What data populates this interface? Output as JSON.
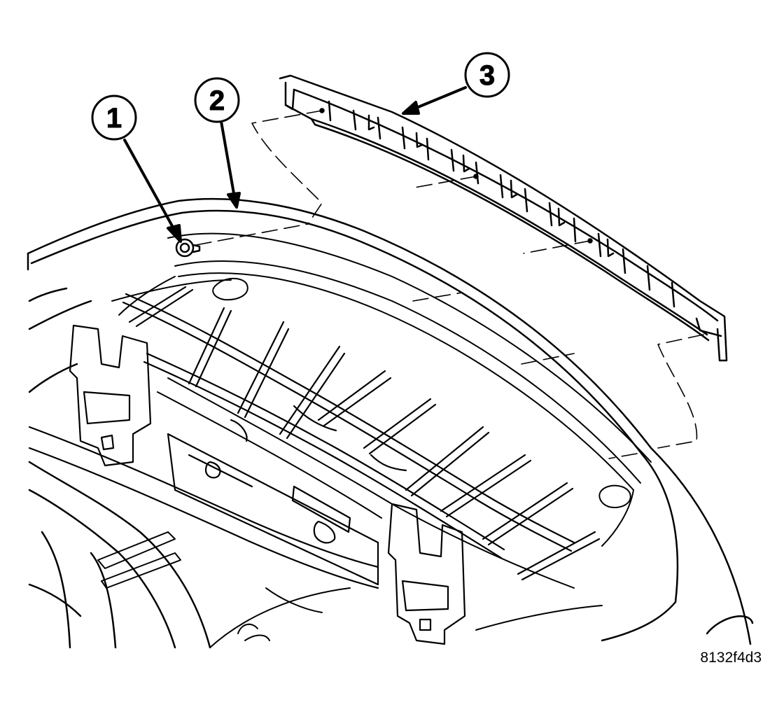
{
  "callouts": [
    {
      "label": "1",
      "part": "push-pin-fastener"
    },
    {
      "label": "2",
      "part": "rear-deck-panel"
    },
    {
      "label": "3",
      "part": "trim-molding-strip"
    }
  ],
  "figure_code": "8132f4d3",
  "colors": {
    "ink": "#000000",
    "paper": "#ffffff"
  }
}
